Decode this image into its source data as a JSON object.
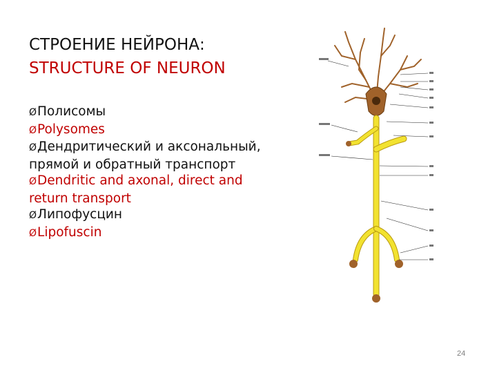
{
  "slide": {
    "title_ru": "СТРОЕНИЕ НЕЙРОНА:",
    "title_en": "STRUCTURE OF NEURON",
    "bullet_marker": "Ø",
    "bullets": [
      {
        "text": "Полисомы",
        "lang": "ru"
      },
      {
        "text": "Polysomes",
        "lang": "en"
      },
      {
        "text": "Дендритический и аксональный, прямой и обратный транспорт",
        "lang": "ru"
      },
      {
        "text": "Dendritic and axonal, direct and return transport",
        "lang": "en"
      },
      {
        "text": "Липофусцин",
        "lang": "ru"
      },
      {
        "text": "Lipofuscin",
        "lang": "en"
      }
    ],
    "page_number": "24",
    "colors": {
      "accent": "#c00000",
      "text": "#111111",
      "neuron_yellow": "#f2e230",
      "soma_brown": "#a0622a"
    }
  }
}
